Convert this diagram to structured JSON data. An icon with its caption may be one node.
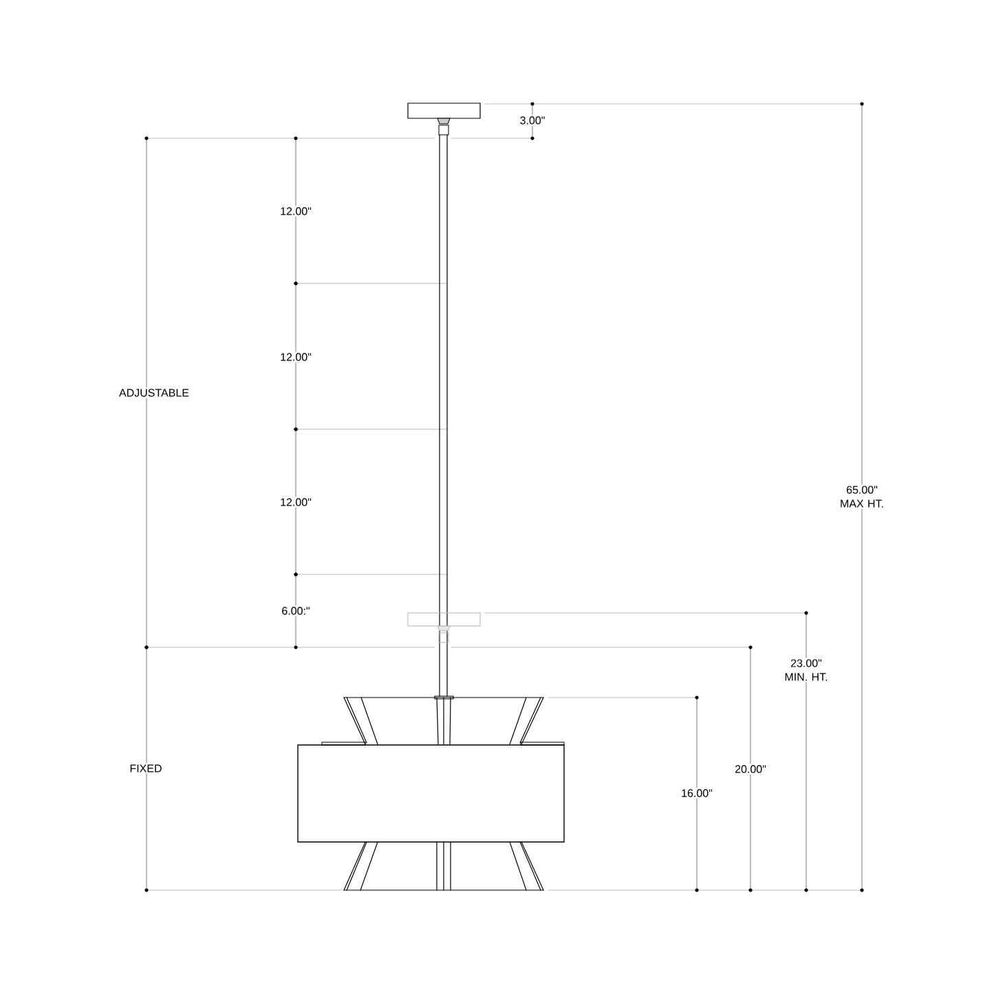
{
  "diagram": {
    "labels": [
      "3.00\"",
      "12.00\"",
      "12.00\"",
      "ADJUSTABLE",
      "12.00\"",
      "65.00\" MAX HT.",
      "6.00:\"",
      "23.00\" MIN. HT.",
      "20.00\"",
      "FIXED",
      "16.00\""
    ]
  }
}
